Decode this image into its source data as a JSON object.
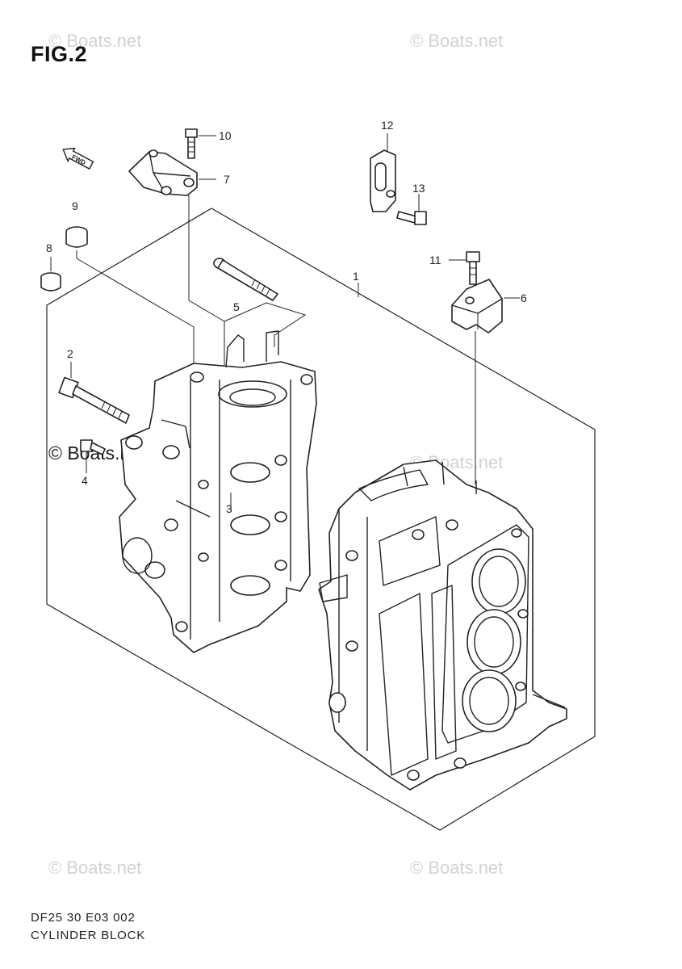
{
  "figure": {
    "title": "FIG.2"
  },
  "watermarks": [
    "© Boats.net",
    "© Boats.net",
    "© Boats.net",
    "© Boats.net",
    "© Boats.net",
    "© Boats.net"
  ],
  "watermark_strong": "© Boats.net",
  "fwd_label": "FWD",
  "callouts": {
    "p1": "1",
    "p2": "2",
    "p3": "3",
    "p4": "4",
    "p5": "5",
    "p6": "6",
    "p7": "7",
    "p8": "8",
    "p9": "9",
    "p10": "10",
    "p11": "11",
    "p12": "12",
    "p13": "13"
  },
  "footer": {
    "code": "DF25 30 E03  002",
    "name": "CYLINDER BLOCK"
  }
}
